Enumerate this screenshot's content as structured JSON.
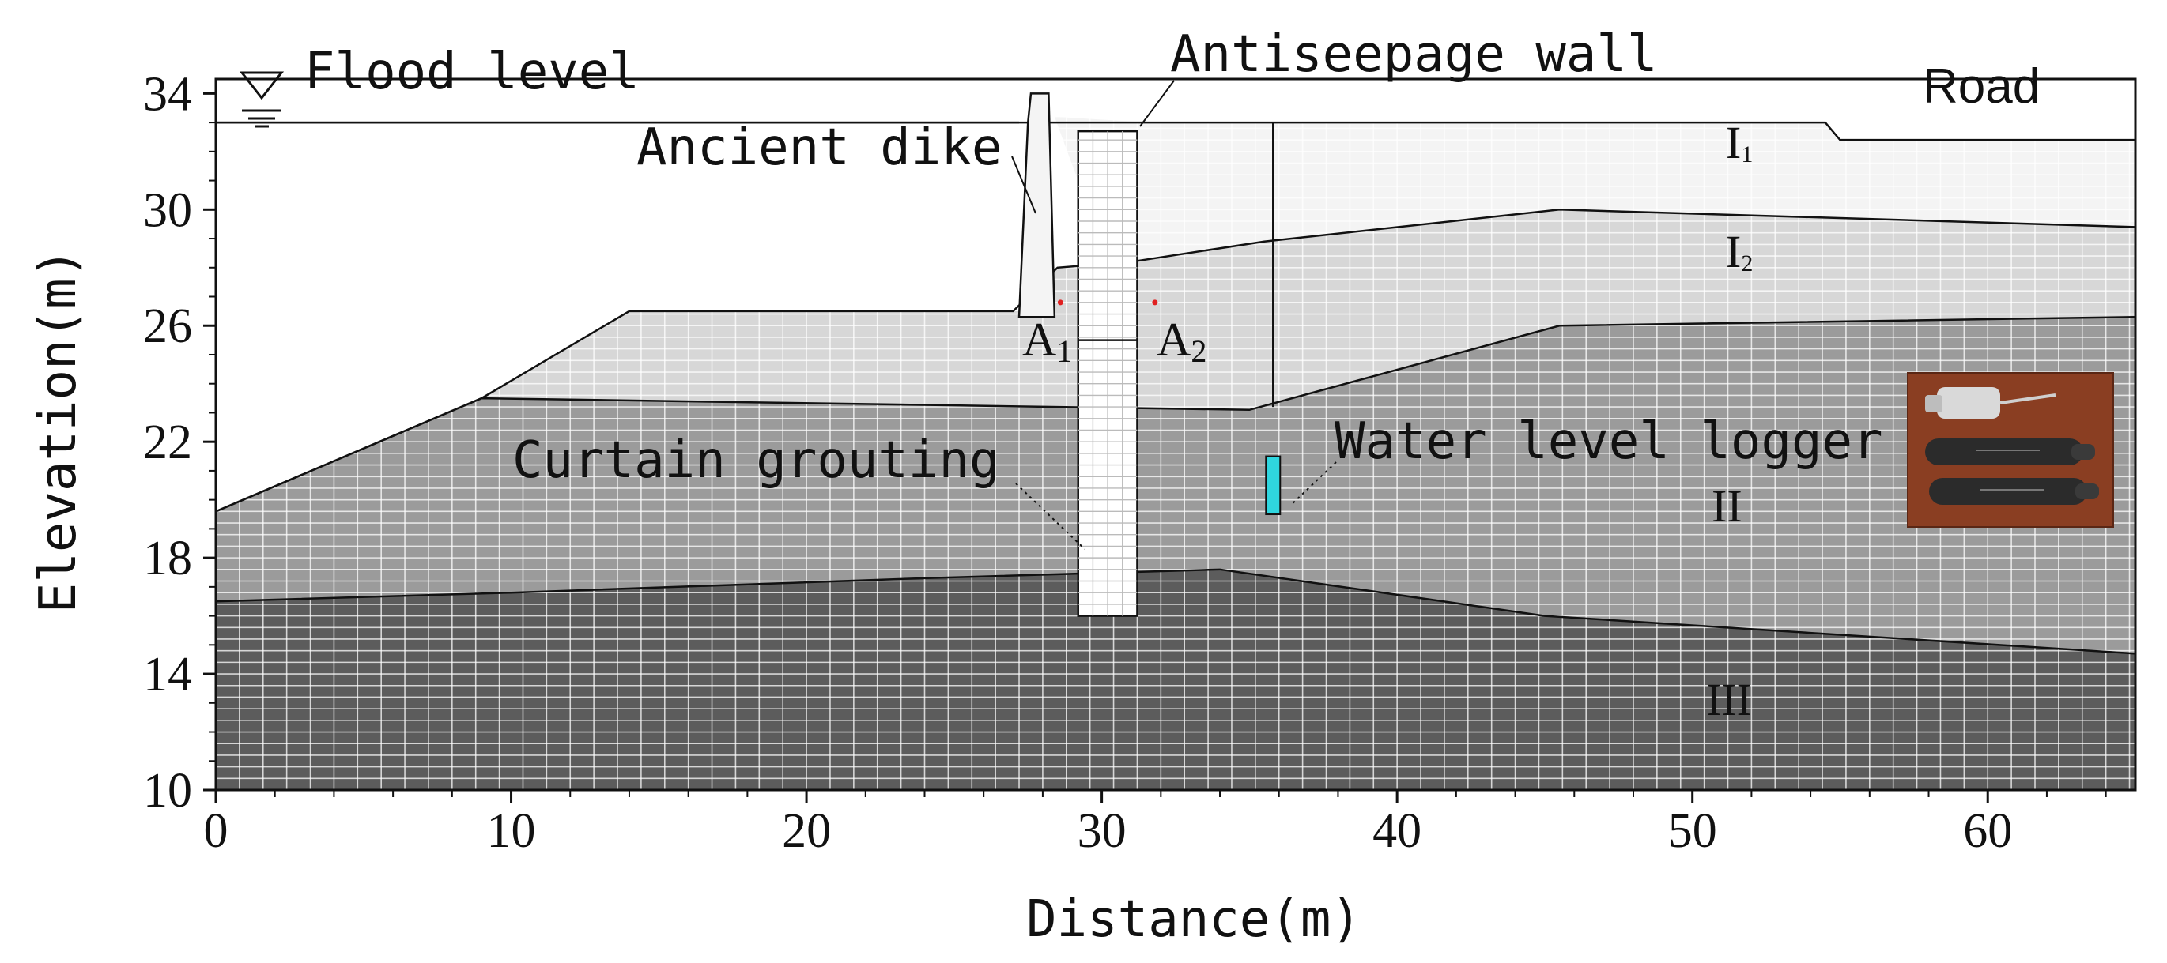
{
  "axes": {
    "xlabel": "Distance(m)",
    "ylabel": "Elevation(m)",
    "xlim": [
      0,
      65
    ],
    "ylim": [
      10,
      34.5
    ],
    "xticks": [
      "0",
      "10",
      "20",
      "30",
      "40",
      "50",
      "60"
    ],
    "yticks": [
      "10",
      "14",
      "18",
      "22",
      "26",
      "30",
      "34"
    ],
    "grid": "mesh"
  },
  "annotations": {
    "flood_level": "Flood level",
    "antiseepage_wall": "Antiseepage wall",
    "ancient_dike": "Ancient dike",
    "curtain_grouting": "Curtain grouting",
    "water_level_logger": "Water level logger",
    "road": "Road"
  },
  "points": {
    "a1_main": "A",
    "a1_sub": "1",
    "a2_main": "A",
    "a2_sub": "2"
  },
  "zones": {
    "i1_main": "I",
    "i1_sub": "1",
    "i2_main": "I",
    "i2_sub": "2",
    "ii": "II",
    "iii": "III"
  },
  "colors": {
    "layer_i1": "#f4f4f4",
    "layer_i2": "#d7d7d7",
    "layer_ii": "#9b9b9b",
    "layer_iii": "#5c5c5c",
    "logger": "#2fd6df",
    "photo_bg": "#8a3e22",
    "point_marker": "#e02020"
  },
  "chart_data": {
    "type": "diagram",
    "x_unit": "m",
    "y_unit": "m",
    "flood_level_elevation": 33,
    "layers": [
      {
        "name": "I1",
        "surface": [
          [
            0,
            33
          ],
          [
            54.5,
            33
          ],
          [
            55,
            32.4
          ],
          [
            65,
            32.4
          ]
        ]
      },
      {
        "name": "I2",
        "surface": [
          [
            0,
            19.6
          ],
          [
            9,
            23.5
          ],
          [
            14,
            26.5
          ],
          [
            27,
            26.5
          ],
          [
            28.5,
            28
          ],
          [
            31,
            28.2
          ],
          [
            35.5,
            28.9
          ],
          [
            45.5,
            30
          ],
          [
            65,
            29.4
          ]
        ]
      },
      {
        "name": "II",
        "surface": [
          [
            9,
            23.5
          ],
          [
            35,
            23.1
          ],
          [
            45.5,
            26
          ],
          [
            65,
            26.3
          ]
        ]
      },
      {
        "name": "III",
        "surface": [
          [
            0,
            16.5
          ],
          [
            10,
            16.8
          ],
          [
            24,
            17.3
          ],
          [
            34,
            17.6
          ],
          [
            45,
            16
          ],
          [
            65,
            14.7
          ]
        ]
      }
    ],
    "antiseepage_wall": {
      "x": [
        29.2,
        31.2
      ],
      "top": 32.7,
      "bottom": 16
    },
    "wall_marker_elevation": 25.5,
    "ancient_dike": {
      "x": [
        27.2,
        28.4
      ],
      "top": 34,
      "bottom": 26.3
    },
    "observation_wells": [
      {
        "x": 35.8,
        "top": 33,
        "bottom": 23.2
      }
    ],
    "water_level_logger": {
      "x": 35.8,
      "top": 21.5,
      "bottom": 19.5
    },
    "points": [
      {
        "name": "A1",
        "x": 28.6,
        "y": 26.8
      },
      {
        "name": "A2",
        "x": 31.8,
        "y": 26.8
      }
    ]
  }
}
